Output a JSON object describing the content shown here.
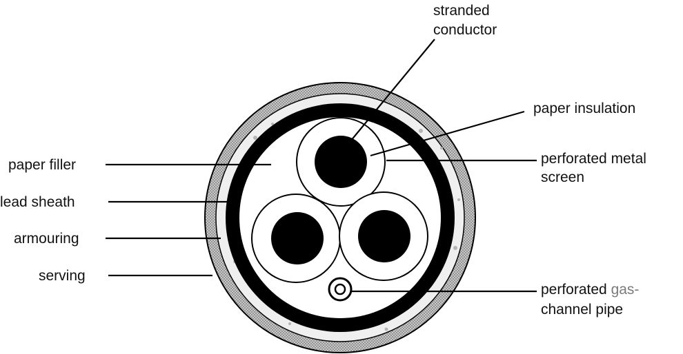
{
  "labels": {
    "stranded_conductor": [
      "stranded",
      "conductor"
    ],
    "paper_insulation": "paper insulation",
    "perforated_metal_screen": [
      "perforated metal",
      "screen"
    ],
    "perforated_gas_channel_pipe": {
      "line1_black": "perforated ",
      "line1_gray": "gas-",
      "line2": "channel pipe"
    },
    "paper_filler": "paper filler",
    "lead_sheath": "lead sheath",
    "armouring": "armouring",
    "serving": "serving"
  },
  "colors": {
    "ink": "#000000",
    "serving_hatch": "#9a9a9a",
    "armouring_fill": "#efefef",
    "gas_text": "#7a7a7a"
  }
}
